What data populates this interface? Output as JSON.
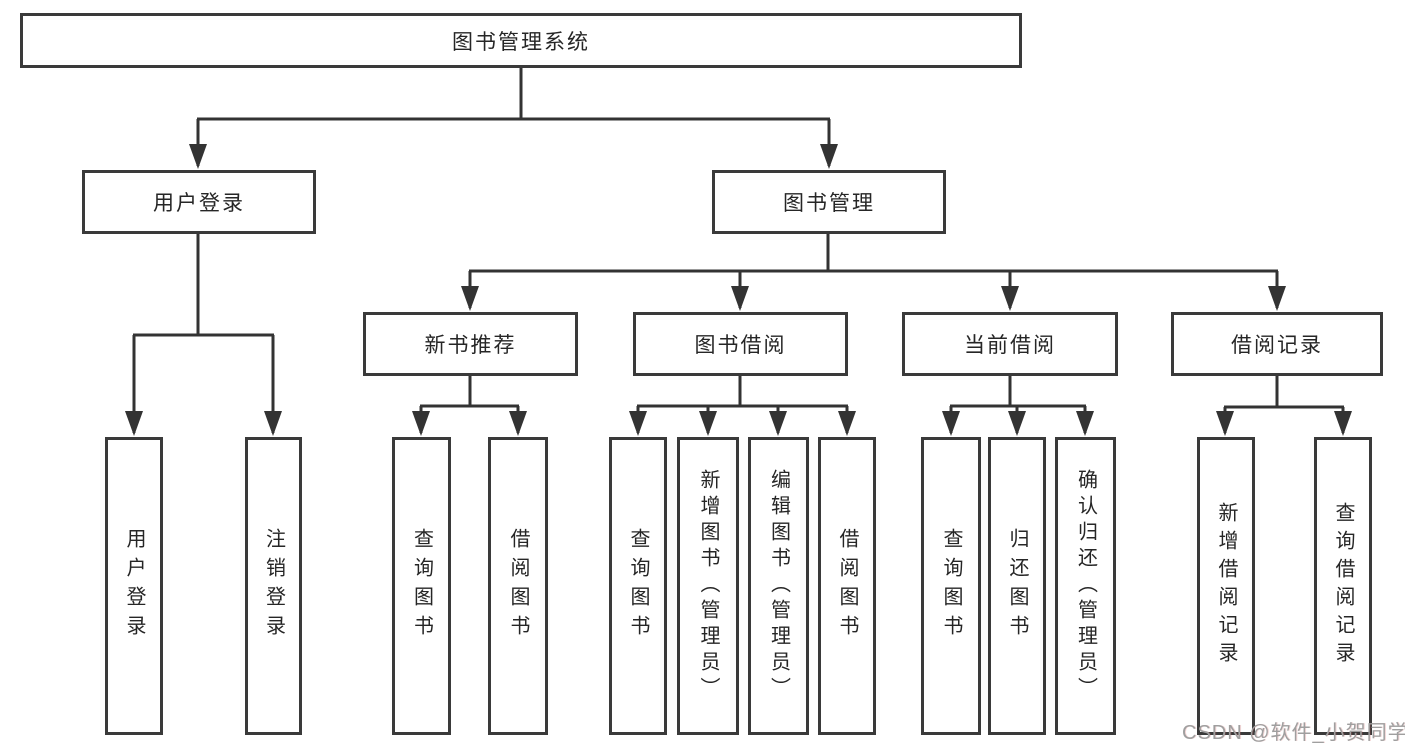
{
  "tree": {
    "label": "图书管理系统",
    "children": [
      {
        "label": "用户登录",
        "children": [
          {
            "label": "用户登录"
          },
          {
            "label": "注销登录"
          }
        ]
      },
      {
        "label": "图书管理",
        "children": [
          {
            "label": "新书推荐",
            "children": [
              {
                "label": "查询图书"
              },
              {
                "label": "借阅图书"
              }
            ]
          },
          {
            "label": "图书借阅",
            "children": [
              {
                "label": "查询图书"
              },
              {
                "label": "新增图书（管理员）"
              },
              {
                "label": "编辑图书（管理员）"
              },
              {
                "label": "借阅图书"
              }
            ]
          },
          {
            "label": "当前借阅",
            "children": [
              {
                "label": "查询图书"
              },
              {
                "label": "归还图书"
              },
              {
                "label": "确认归还（管理员）"
              }
            ]
          },
          {
            "label": "借阅记录",
            "children": [
              {
                "label": "新增借阅记录"
              },
              {
                "label": "查询借阅记录"
              }
            ]
          }
        ]
      }
    ]
  },
  "watermark": {
    "text": "CSDN @软件_小贺同学"
  },
  "colors": {
    "line": "#333333",
    "box_border": "#3a3a3a",
    "text": "#262626",
    "background": "#ffffff",
    "watermark": "#9f9f9f"
  }
}
